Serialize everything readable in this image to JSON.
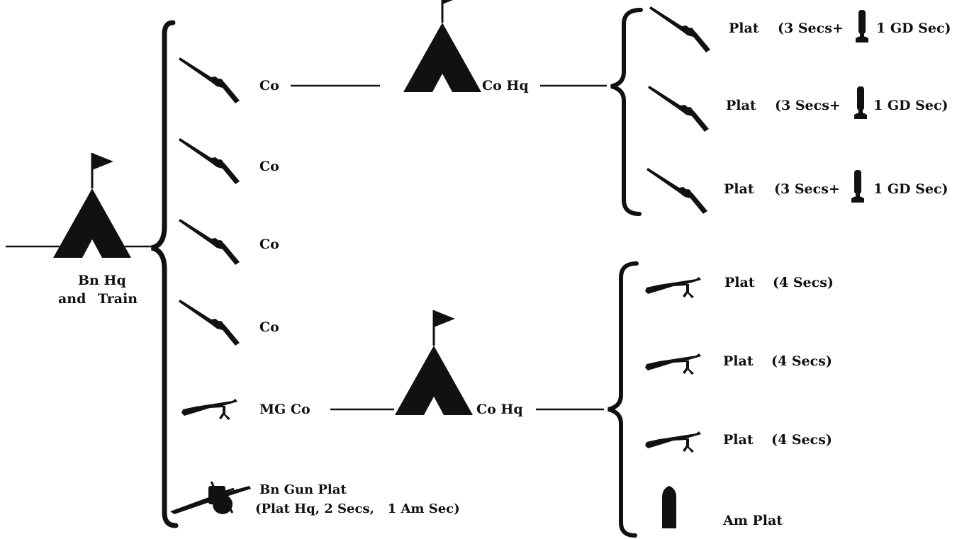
{
  "battalion": {
    "hq_label_line1": "Bn Hq",
    "hq_label_line2": "and",
    "hq_label_line3": "Train",
    "units": [
      {
        "label": "Co",
        "icon": "rifle-icon"
      },
      {
        "label": "Co",
        "icon": "rifle-icon"
      },
      {
        "label": "Co",
        "icon": "rifle-icon"
      },
      {
        "label": "Co",
        "icon": "rifle-icon"
      },
      {
        "label": "MG Co",
        "icon": "machine-gun-icon"
      },
      {
        "label": "Bn Gun Plat",
        "sublabel": "(Plat Hq, 2 Secs,   1 Am Sec)",
        "icon": "field-gun-icon"
      }
    ]
  },
  "rifle_company": {
    "hq_label": "Co Hq",
    "platoons": [
      {
        "label": "Plat",
        "detail_a": "(3 Secs+",
        "detail_b": "1 GD Sec)"
      },
      {
        "label": "Plat",
        "detail_a": "(3 Secs+",
        "detail_b": "1 GD Sec)"
      },
      {
        "label": "Plat",
        "detail_a": "(3 Secs+",
        "detail_b": "1 GD Sec)"
      }
    ]
  },
  "mg_company": {
    "hq_label": "Co Hq",
    "platoons": [
      {
        "label": "Plat",
        "detail": "(4 Secs)"
      },
      {
        "label": "Plat",
        "detail": "(4 Secs)"
      },
      {
        "label": "Plat",
        "detail": "(4 Secs)"
      }
    ],
    "ammo_platoon": {
      "label": "Am Plat",
      "icon": "ammunition-shell-icon"
    }
  },
  "colors": {
    "ink": "#111111",
    "background": "#ffffff"
  }
}
